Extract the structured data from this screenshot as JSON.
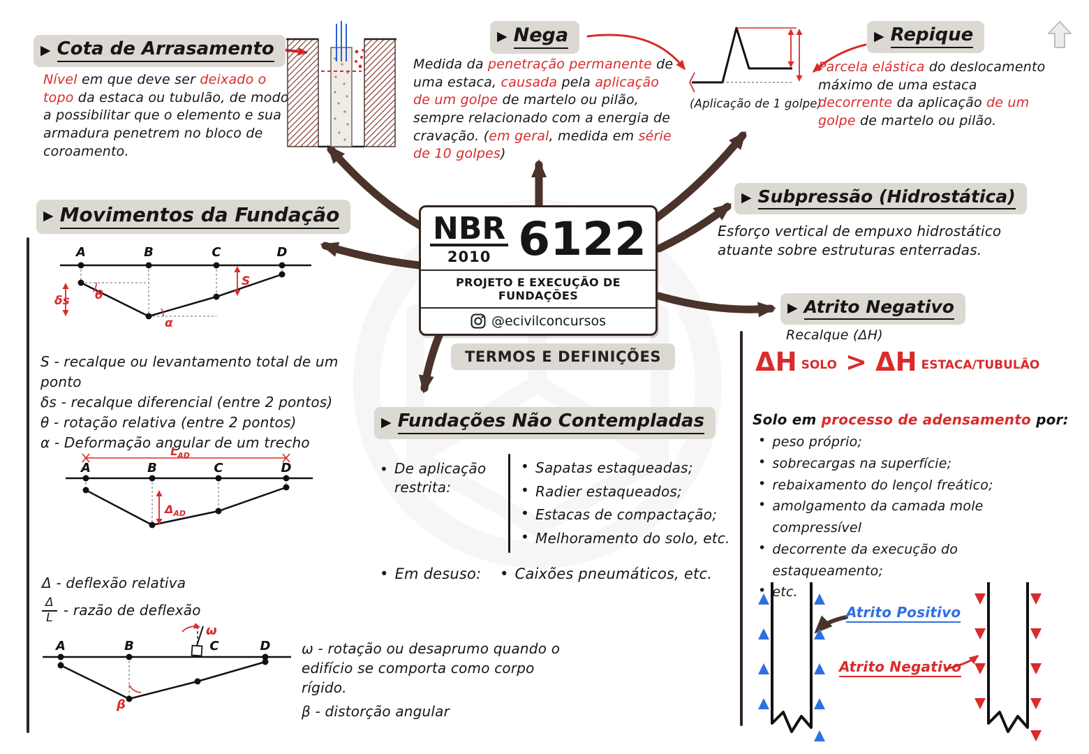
{
  "colors": {
    "red": "#d92b2b",
    "brown": "#4a332a",
    "blue": "#2f6fe4",
    "ink": "#161616",
    "chip_bg": "#dcd8d2"
  },
  "icons": {
    "section_marker": "▶",
    "bullet": "•"
  },
  "center": {
    "nbr": "NBR",
    "year": "2010",
    "code": "6122",
    "subtitle": "PROJETO E EXECUÇÃO DE FUNDAÇÕES",
    "handle": "@ecivilconcursos",
    "theme": "TERMOS E DEFINIÇÕES"
  },
  "cota": {
    "title": "Cota de Arrasamento",
    "body": [
      {
        "t": "Nível",
        "red": true
      },
      {
        "t": " em que deve ser "
      },
      {
        "t": "deixado o topo",
        "red": true
      },
      {
        "t": " da estaca ou tubulão, de modo a possibilitar que o elemento e sua armadura penetrem no bloco de coroamento."
      }
    ]
  },
  "nega": {
    "title": "Nega",
    "body": [
      {
        "t": "Medida da "
      },
      {
        "t": "penetração permanente",
        "red": true
      },
      {
        "t": " de uma estaca, "
      },
      {
        "t": "causada",
        "red": true
      },
      {
        "t": " pela "
      },
      {
        "t": "aplicação de",
        "red": true
      },
      {
        "t": " "
      },
      {
        "t": "um golpe",
        "red": true
      },
      {
        "t": " de martelo ou pilão, sempre relacionado com a energia de cravação. ("
      },
      {
        "t": "em geral",
        "red": true
      },
      {
        "t": ", medida em "
      },
      {
        "t": "série de 10 golpes",
        "red": true
      },
      {
        "t": ")"
      }
    ],
    "caption": "(Aplicação de 1 golpe)"
  },
  "repique": {
    "title": "Repique",
    "body": [
      {
        "t": "Parcela elástica",
        "red": true
      },
      {
        "t": " do deslocamento máximo de uma estaca "
      },
      {
        "t": "decorrente",
        "red": true
      },
      {
        "t": " da aplicação "
      },
      {
        "t": "de um golpe",
        "red": true
      },
      {
        "t": " de martelo ou pilão."
      }
    ]
  },
  "subpressao": {
    "title": "Subpressão (Hidrostática)",
    "body": "Esforço vertical de empuxo hidrostático atuante sobre estruturas enterradas."
  },
  "atrito": {
    "title": "Atrito Negativo",
    "recalque": "Recalque (ΔH)",
    "formula": {
      "dh1": "ΔH",
      "sub1": "SOLO",
      "gt": ">",
      "dh2": "ΔH",
      "sub2": "ESTACA/TUBULÃO"
    },
    "intro": [
      {
        "t": "Solo em "
      },
      {
        "t": "processo de adensamento",
        "red": true
      },
      {
        "t": " por:"
      }
    ],
    "bullets": [
      "peso próprio;",
      "sobrecargas na superfície;",
      "rebaixamento do lençol freático;",
      "amolgamento da camada mole compressível",
      "decorrente da execução do estaqueamento;",
      "etc."
    ],
    "positivo_label": "Atrito Positivo",
    "negativo_label": "Atrito Negativo"
  },
  "movimentos": {
    "title": "Movimentos da Fundação",
    "points": [
      "A",
      "B",
      "C",
      "D"
    ],
    "sym": {
      "S": "S",
      "ds": "δs",
      "theta": "θ",
      "alpha": "α",
      "L": "L",
      "AD": "AD",
      "delta": "Δ",
      "omega": "ω",
      "beta": "β"
    },
    "legend1": [
      "S - recalque ou levantamento total de um ponto",
      "δs - recalque diferencial (entre 2 pontos)",
      "θ - rotação relativa (entre 2 pontos)",
      "α - Deformação angular de um trecho"
    ],
    "legend2_line1": "Δ - deflexão relativa",
    "legend2_frac_text": "- razão de deflexão",
    "legend3": [
      "ω - rotação ou desaprumo quando o edifício se comporta como corpo rígido.",
      "β - distorção angular"
    ]
  },
  "fundacoes": {
    "title": "Fundações Não Contempladas",
    "group1_label": "De aplicação restrita:",
    "group1_items": [
      "Sapatas estaqueadas;",
      "Radier estaqueados;",
      "Estacas de compactação;",
      "Melhoramento do solo, etc."
    ],
    "group2_label": "Em desuso:",
    "group2_items": [
      "Caixões pneumáticos, etc."
    ]
  }
}
